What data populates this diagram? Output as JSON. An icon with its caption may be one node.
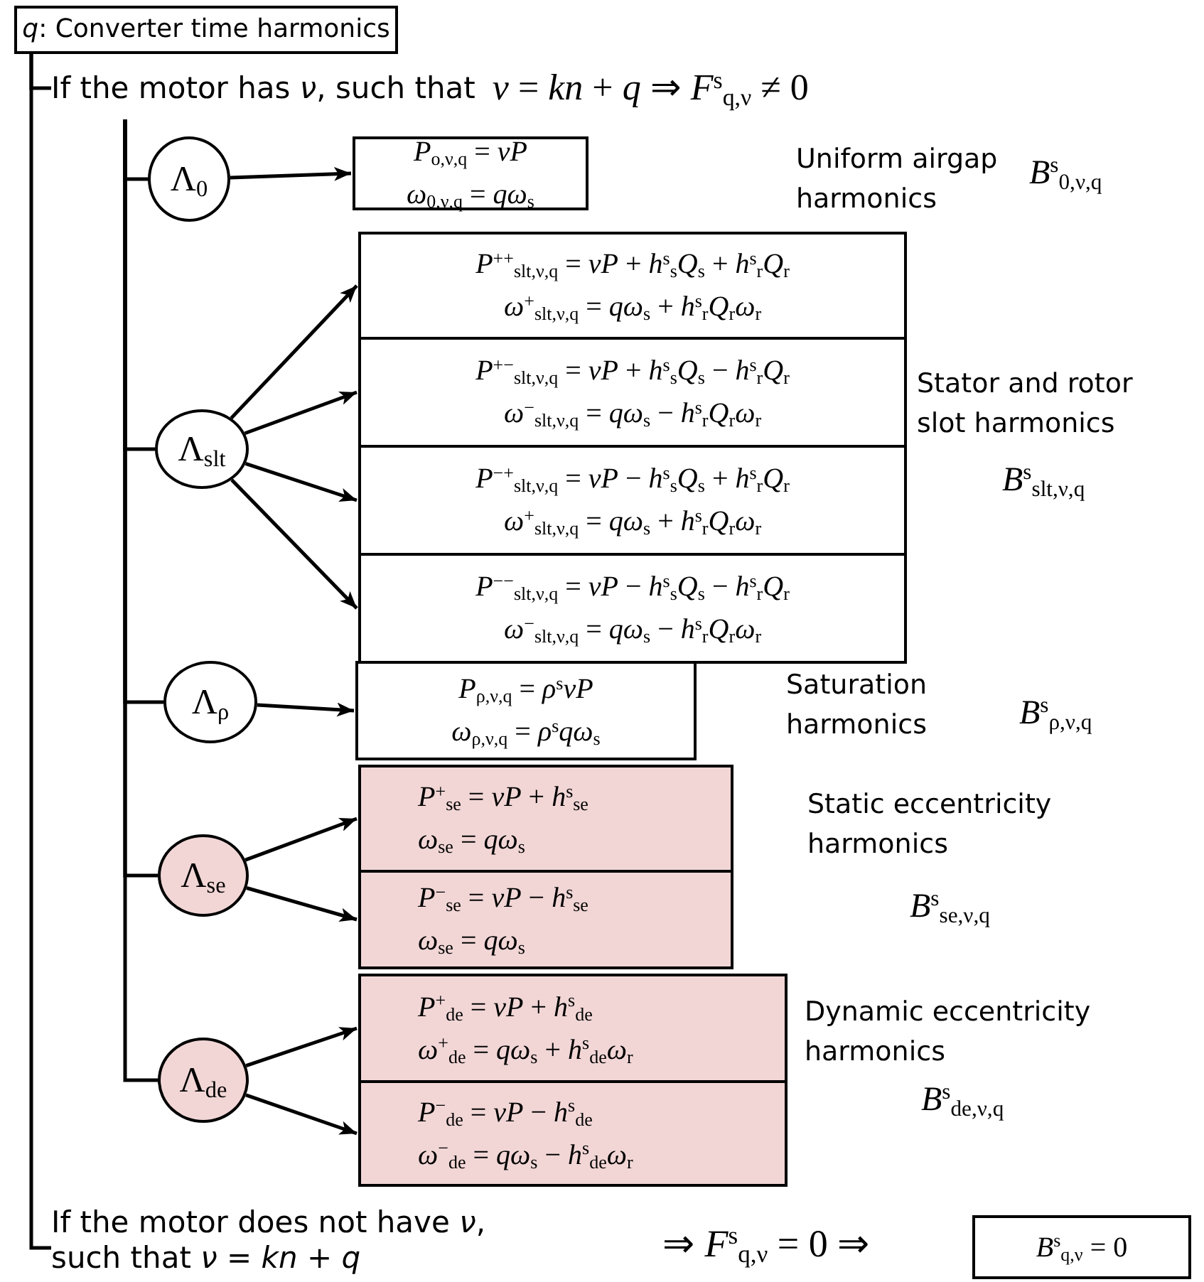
{
  "diagram": {
    "nodes": [
      {
        "text": [
          "*q*: Converter time harmonics"
        ]
      },
      {
        "text": [
          "If the motor has *ν*, such that",
          "*ν* = *kn* + *q* ⇒ *F*$^{s}$$_{q,ν}$ ≠ 0"
        ]
      },
      {
        "text": [
          "Λ$_{0}$"
        ]
      },
      {
        "text": [
          "*P*$_{o,ν,q}$ = *νP*",
          "*ω*$_{0,ν,q}$ = *qω*$_{s}$"
        ]
      },
      {
        "text": [
          "Λ$_{slt}$"
        ]
      },
      {
        "text": [
          "*P*$^{++}$$_{slt,ν,q}$ = *νP* + *h*$^{s}$$_{s}$*Q*$_{s}$ + *h*$^{s}$$_{r}$*Q*$_{r}$",
          "*ω*$^{+}$$_{slt,ν,q}$ = *qω*$_{s}$ + *h*$^{s}$$_{r}$*Q*$_{r}$*ω*$_{r}$"
        ]
      },
      {
        "text": [
          "*P*$^{+−}$$_{slt,ν,q}$ = *νP* + *h*$^{s}$$_{s}$*Q*$_{s}$ − *h*$^{s}$$_{r}$*Q*$_{r}$",
          "*ω*$^{−}$$_{slt,ν,q}$ = *qω*$_{s}$ − *h*$^{s}$$_{r}$*Q*$_{r}$*ω*$_{r}$"
        ]
      },
      {
        "text": [
          "*P*$^{−+}$$_{slt,ν,q}$ = *νP* − *h*$^{s}$$_{s}$*Q*$_{s}$ + *h*$^{s}$$_{r}$*Q*$_{r}$",
          "*ω*$^{+}$$_{slt,ν,q}$ = *qω*$_{s}$ + *h*$^{s}$$_{r}$*Q*$_{r}$*ω*$_{r}$"
        ]
      },
      {
        "text": [
          "*P*$^{−−}$$_{slt,ν,q}$ = *νP* − *h*$^{s}$$_{s}$*Q*$_{s}$ − *h*$^{s}$$_{r}$*Q*$_{r}$",
          "*ω*$^{−}$$_{slt,ν,q}$ = *qω*$_{s}$ − *h*$^{s}$$_{r}$*Q*$_{r}$*ω*$_{r}$"
        ]
      },
      {
        "text": [
          "Λ$_{ρ}$"
        ]
      },
      {
        "text": [
          "*P*$_{ρ,ν,q}$ = *ρ*$^{s}$*νP*",
          "*ω*$_{ρ,ν,q}$ = *ρ*$^{s}$*qω*$_{s}$"
        ]
      },
      {
        "text": [
          "Λ$_{se}$"
        ]
      },
      {
        "text": [
          "*P*$^{+}$$_{se}$ = *νP* + *h*$^{s}$$_{se}$",
          "*ω*$_{se}$ = *qω*$_{s}$"
        ]
      },
      {
        "text": [
          "*P*$^{−}$$_{se}$ = *νP* − *h*$^{s}$$_{se}$",
          "*ω*$_{se}$ = *qω*$_{s}$"
        ]
      },
      {
        "text": [
          "Λ$_{de}$"
        ]
      },
      {
        "text": [
          "*P*$^{+}$$_{de}$ = *νP* + *h*$^{s}$$_{de}$",
          "*ω*$^{+}$$_{de}$ = *qω*$_{s}$ + *h*$^{s}$$_{de}$*ω*$_{r}$"
        ]
      },
      {
        "text": [
          "*P*$^{−}$$_{de}$ = *νP* − *h*$^{s}$$_{de}$",
          "*ω*$^{−}$$_{de}$ = *qω*$_{s}$ − *h*$^{s}$$_{de}$*ω*$_{r}$"
        ]
      },
      {
        "text": [
          "If the motor does not have *ν*, such that *ν* = *kn* + *q*"
        ]
      },
      {
        "text": [
          "*B*$^{s}$$_{q,ν}$ = 0"
        ]
      }
    ],
    "edges": [
      {
        "from": 0,
        "to": 1,
        "arrow": "none"
      },
      {
        "from": 0,
        "to": 17,
        "arrow": "none"
      },
      {
        "from": 1,
        "to": 2,
        "arrow": "none"
      },
      {
        "from": 1,
        "to": 4,
        "arrow": "none"
      },
      {
        "from": 1,
        "to": 9,
        "arrow": "none"
      },
      {
        "from": 1,
        "to": 11,
        "arrow": "none"
      },
      {
        "from": 1,
        "to": 14,
        "arrow": "none"
      },
      {
        "from": 2,
        "to": 3,
        "arrow": "to"
      },
      {
        "from": 4,
        "to": 5,
        "arrow": "to"
      },
      {
        "from": 4,
        "to": 6,
        "arrow": "to"
      },
      {
        "from": 4,
        "to": 7,
        "arrow": "to"
      },
      {
        "from": 4,
        "to": 8,
        "arrow": "to"
      },
      {
        "from": 9,
        "to": 10,
        "arrow": "to"
      },
      {
        "from": 11,
        "to": 12,
        "arrow": "to"
      },
      {
        "from": 11,
        "to": 13,
        "arrow": "to"
      },
      {
        "from": 14,
        "to": 15,
        "arrow": "to"
      },
      {
        "from": 14,
        "to": 16,
        "arrow": "to"
      }
    ],
    "labels": [
      "Uniform airgap harmonics",
      "*B*$^{s}$$_{0,ν,q}$",
      "Stator and rotor slot harmonics",
      "*B*$^{s}$$_{slt,ν,q}$",
      "Saturation harmonics",
      "*B*$^{s}$$_{ρ,ν,q}$",
      "Static eccentricity harmonics",
      "*B*$^{s}$$_{se,ν,q}$",
      "Dynamic eccentricity harmonics",
      "*B*$^{s}$$_{de,ν,q}$",
      "⇒ *F*$^{s}$$_{q,ν}$ = 0 ⇒"
    ]
  }
}
